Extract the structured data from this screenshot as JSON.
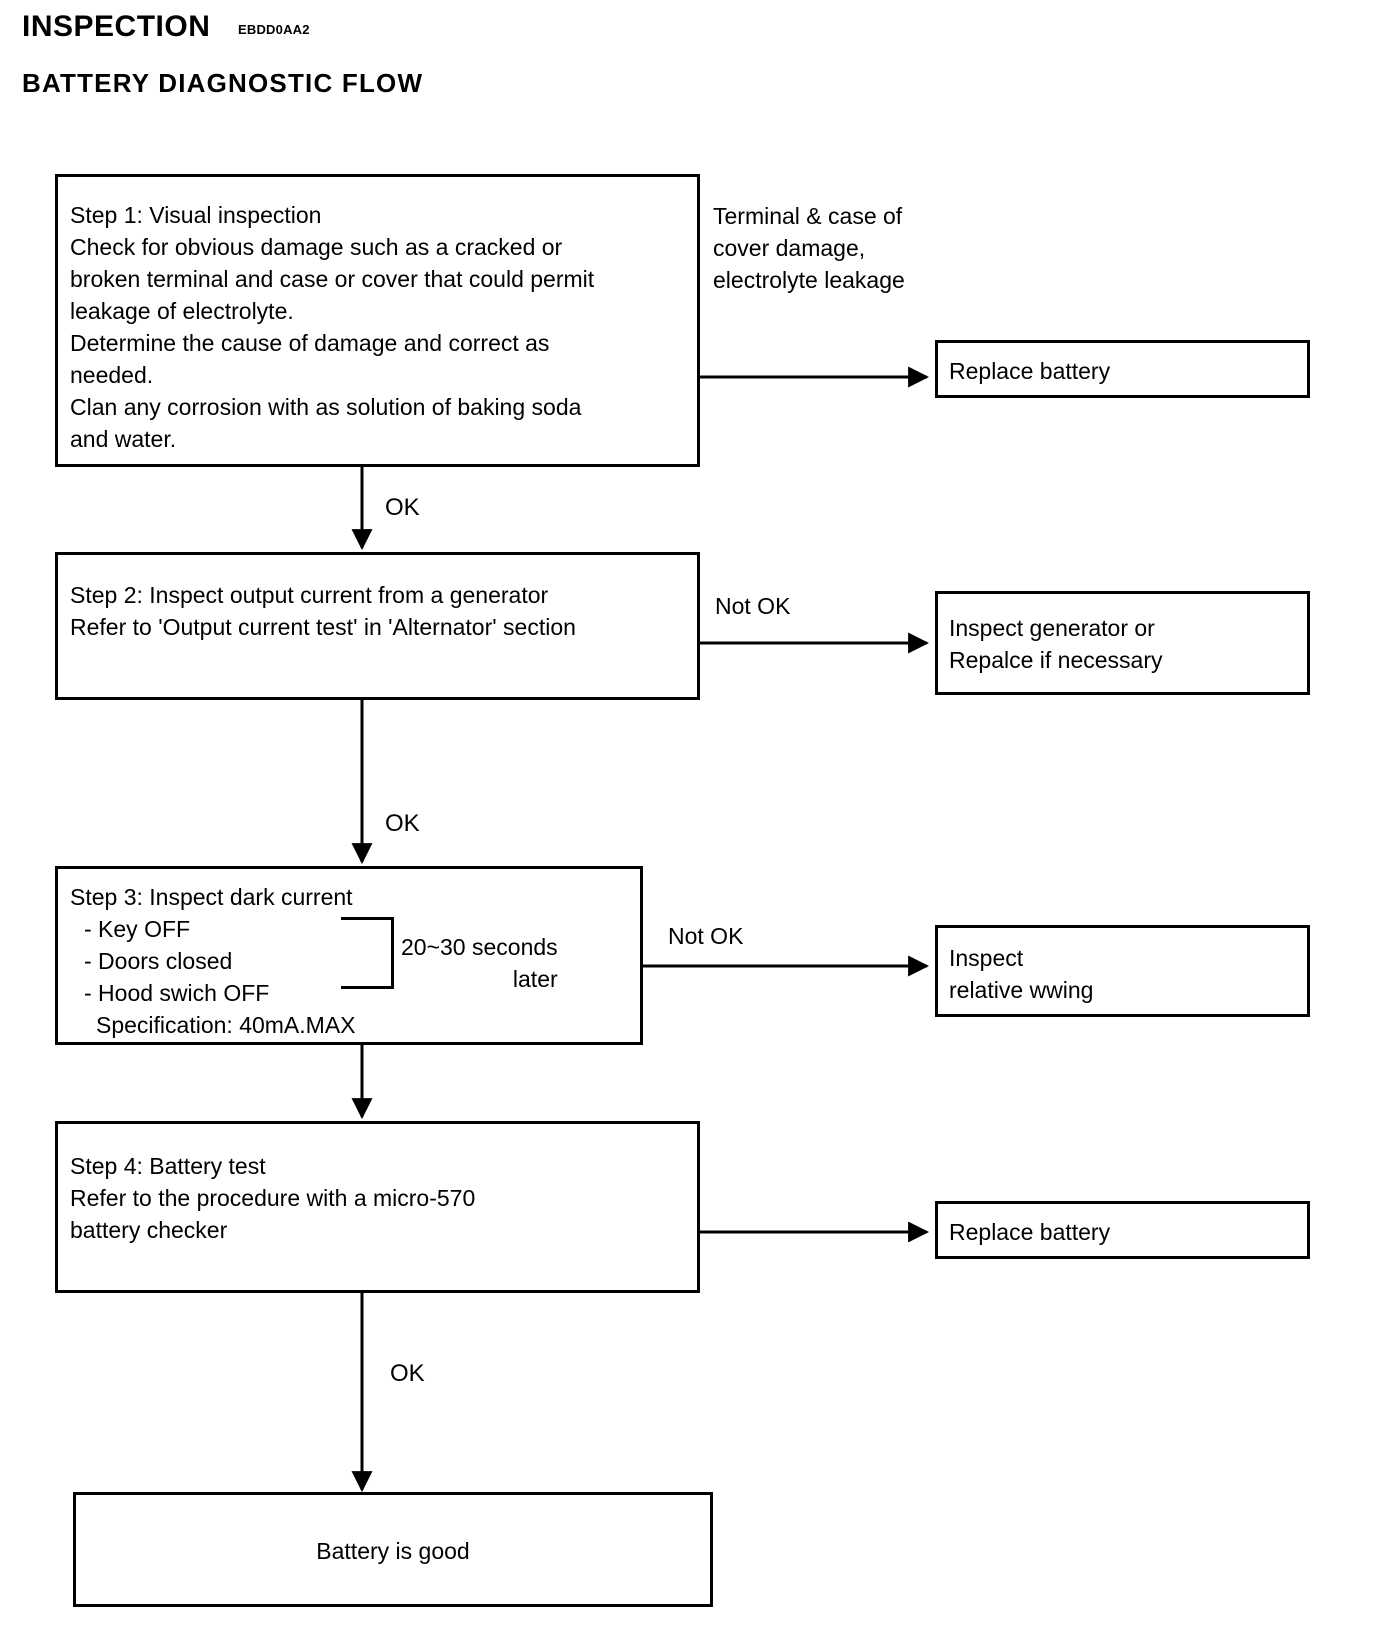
{
  "header": {
    "title": "INSPECTION",
    "code": "EBDD0AA2",
    "subtitle": "BATTERY  DIAGNOSTIC  FLOW"
  },
  "flow": {
    "steps": [
      {
        "id": "step-1",
        "text": "Step 1: Visual inspection\nCheck for obvious damage such as a cracked or\nbroken terminal and case or cover that could permit\nleakage of electrolyte.\nDetermine the cause of damage and correct as\nneeded.\nClan any corrosion with as solution of baking soda\nand water.",
        "branch_label": "",
        "branch_note": "Terminal & case of\ncover damage,\nelectrolyte leakage",
        "branch_target": "Replace battery",
        "next_label": "OK"
      },
      {
        "id": "step-2",
        "text": "Step 2: Inspect output current from a generator\nRefer to 'Output current test' in 'Alternator' section",
        "branch_label": "Not OK",
        "branch_note": "",
        "branch_target": "Inspect generator or\nRepalce if necessary",
        "next_label": "OK"
      },
      {
        "id": "step-3",
        "title": "Step 3: Inspect dark current",
        "bullets": [
          "- Key OFF",
          "- Doors closed",
          "- Hood swich OFF"
        ],
        "bracket_note": "20~30 seconds\nlater",
        "spec": "Specification: 40mA.MAX",
        "branch_label": "Not OK",
        "branch_target": "Inspect\nrelative wwing",
        "next_label": ""
      },
      {
        "id": "step-4",
        "text": "Step 4: Battery test\nRefer to the procedure with a micro-570\nbattery checker",
        "branch_label": "",
        "branch_note": "",
        "branch_target": "Replace battery",
        "next_label": "OK"
      }
    ],
    "result": "Battery is good"
  },
  "colors": {
    "stroke": "#000000",
    "background": "#ffffff"
  }
}
